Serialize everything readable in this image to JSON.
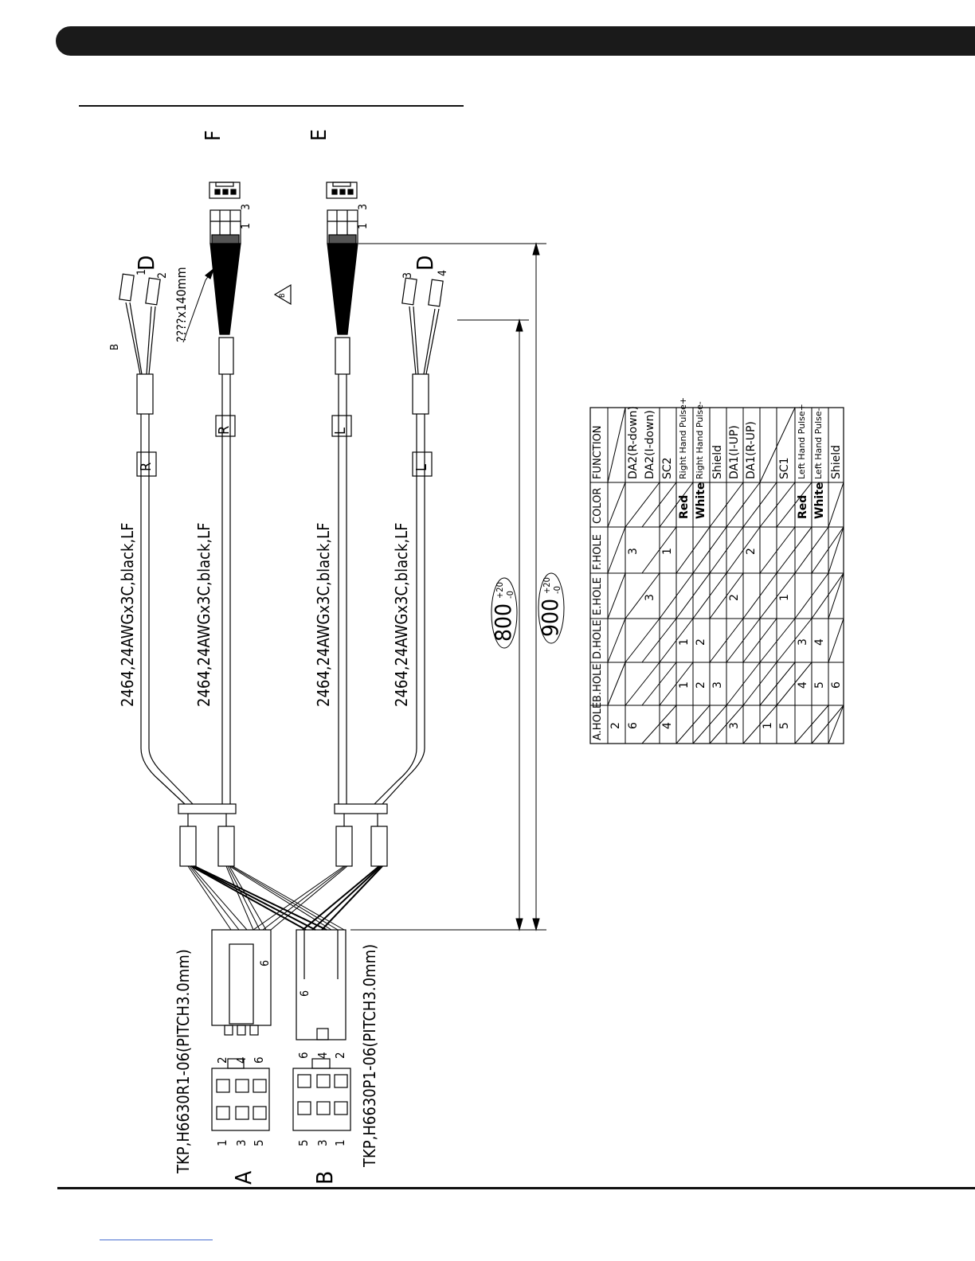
{
  "connectors": {
    "a": {
      "letter": "A",
      "part": "TKP,H6630R1-06(PITCH3.0mm)",
      "pins": [
        "1",
        "3",
        "5",
        "2",
        "4",
        "6"
      ],
      "side_pin": "6"
    },
    "b": {
      "letter": "B",
      "part": "TKP,H6630P1-06(PITCH3.0mm)",
      "pins": [
        "5",
        "3",
        "1",
        "6",
        "4",
        "2"
      ],
      "side_pin": "6"
    },
    "f": {
      "letter": "F",
      "pins": [
        "3",
        "1"
      ]
    },
    "e": {
      "letter": "E",
      "pins": [
        "3",
        "1"
      ]
    },
    "d": {
      "letter": "D",
      "pins_top": [
        "1",
        "2"
      ],
      "pins_bottom": [
        "3",
        "4"
      ]
    }
  },
  "labels": {
    "sleeve": "????x140mm",
    "b_mark": "B",
    "rev_mark": "B"
  },
  "cables": [
    {
      "spec": "2464,24AWGx3C,black,LF",
      "tag": "R"
    },
    {
      "spec": "2464,24AWGx3C,black,LF",
      "tag": "R"
    },
    {
      "spec": "2464,24AWGx3C,black,LF",
      "tag": "L"
    },
    {
      "spec": "2464,24AWGx3C,black,LF",
      "tag": "L"
    }
  ],
  "dimensions": {
    "d800": {
      "value": "800",
      "tol_plus": "+20",
      "tol_minus": "-0"
    },
    "d900": {
      "value": "900",
      "tol_plus": "+20",
      "tol_minus": "-0"
    }
  },
  "table": {
    "headers": [
      "A.HOLE",
      "B.HOLE",
      "D.HOLE",
      "E.HOLE",
      "F.HOLE",
      "COLOR",
      "FUNCTION"
    ],
    "rows": [
      [
        "2",
        "",
        "",
        "",
        "",
        "",
        ""
      ],
      [
        "6",
        "",
        "",
        "",
        "3",
        "",
        "DA2(R-down)"
      ],
      [
        "",
        "",
        "",
        "3",
        "",
        "",
        "DA2(I-down)"
      ],
      [
        "4",
        "",
        "",
        "",
        "1",
        "",
        "SC2"
      ],
      [
        "",
        "1",
        "1",
        "",
        "",
        "Red",
        "Right Hand Pulse+"
      ],
      [
        "",
        "2",
        "2",
        "",
        "",
        "White",
        "Right Hand Pulse-"
      ],
      [
        "",
        "3",
        "",
        "",
        "",
        "",
        "Shield"
      ],
      [
        "3",
        "",
        "",
        "2",
        "",
        "",
        "DA1(I-UP)"
      ],
      [
        "",
        "",
        "",
        "",
        "2",
        "",
        "DA1(R-UP)"
      ],
      [
        "1",
        "",
        "",
        "",
        "",
        "",
        ""
      ],
      [
        "5",
        "",
        "",
        "1",
        "",
        "",
        "SC1"
      ],
      [
        "",
        "4",
        "3",
        "",
        "",
        "Red",
        "Left Hand Pulse+"
      ],
      [
        "",
        "5",
        "4",
        "",
        "",
        "White",
        "Left Hand Pulse-"
      ],
      [
        "",
        "6",
        "",
        "",
        "",
        "",
        "Shield"
      ]
    ]
  }
}
